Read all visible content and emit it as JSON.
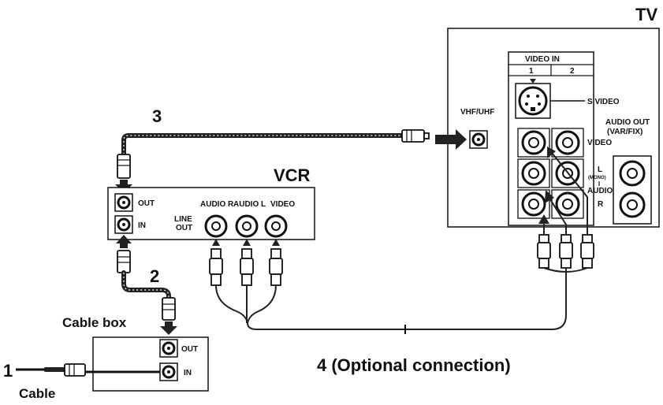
{
  "labels": {
    "tv": "TV",
    "vcr": "VCR",
    "cable_box": "Cable box",
    "cable": "Cable",
    "step1": "1",
    "step2": "2",
    "step3": "3",
    "step4": "4 (Optional connection)"
  },
  "tv_panel": {
    "video_in": "VIDEO IN",
    "col1": "1",
    "col2": "2",
    "s_video": "S VIDEO",
    "vhf_uhf": "VHF/UHF",
    "audio_out": "AUDIO OUT",
    "var_fix": "(VAR/FIX)",
    "video": "VIDEO",
    "l": "L",
    "mono": "(MONO)",
    "audio": "AUDIO",
    "r": "R"
  },
  "vcr_panel": {
    "out": "OUT",
    "in": "IN",
    "line_out_1": "LINE",
    "line_out_2": "OUT",
    "audio_r": "AUDIO R",
    "audio_l": "AUDIO L",
    "video": "VIDEO"
  },
  "cable_box_panel": {
    "out": "OUT",
    "in": "IN"
  }
}
